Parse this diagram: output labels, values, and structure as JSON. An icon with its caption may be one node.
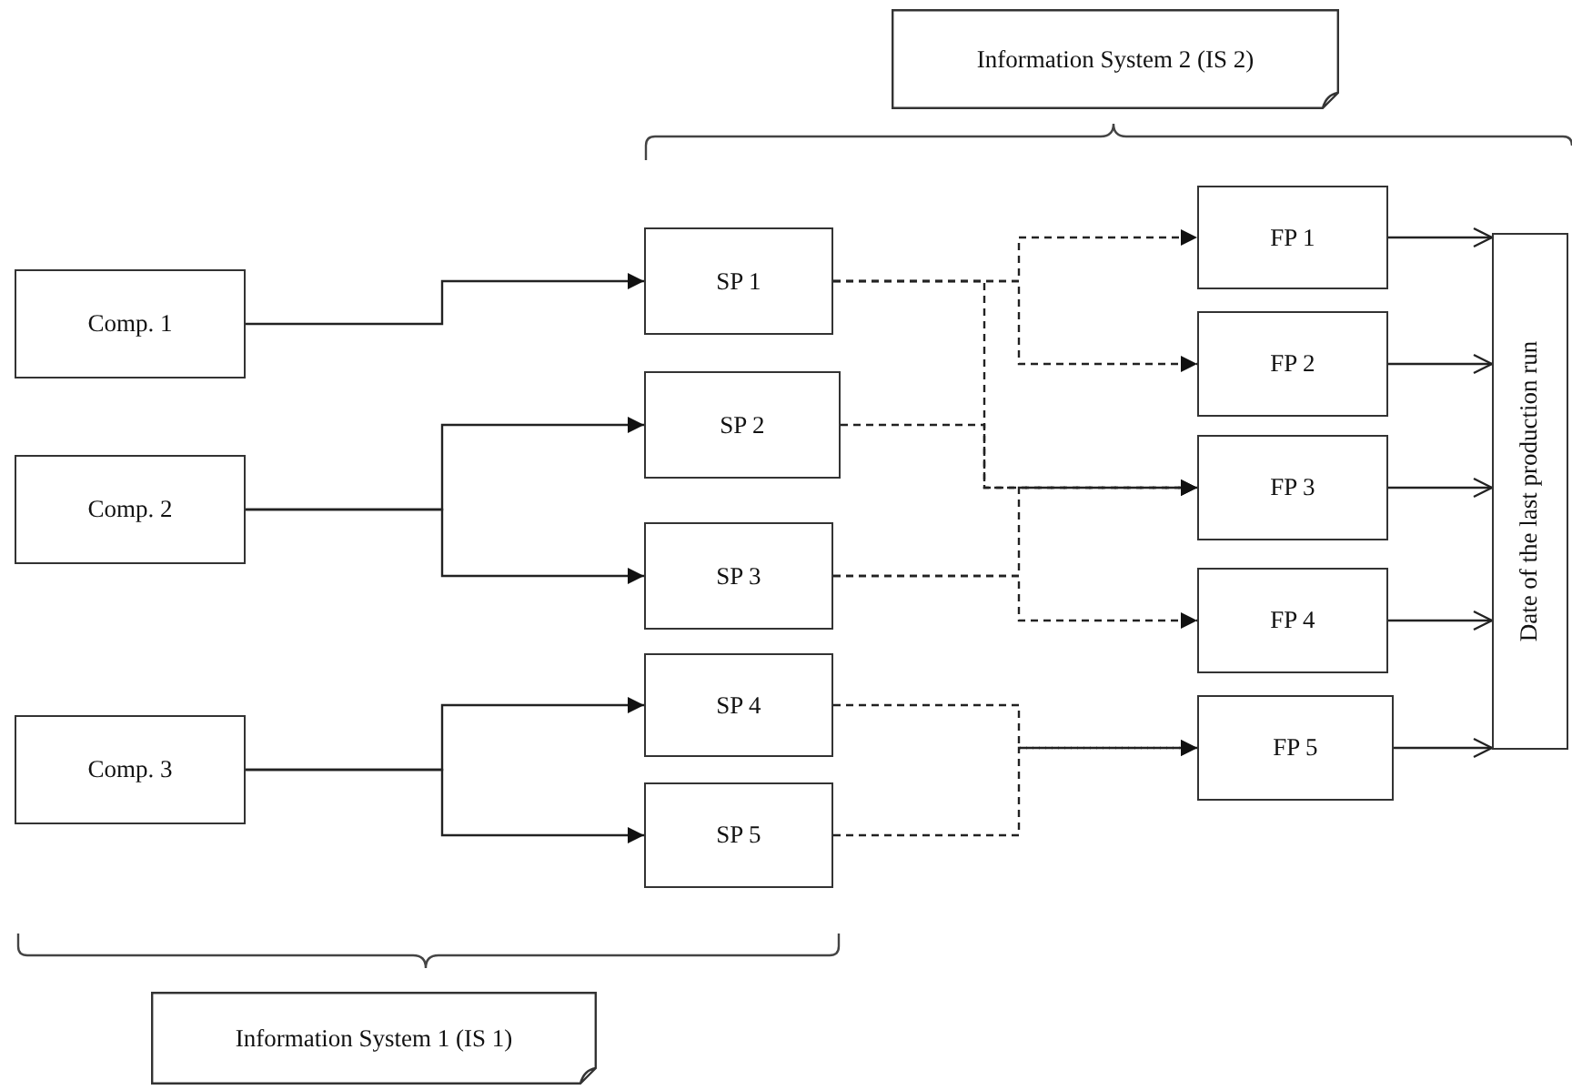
{
  "diagram": {
    "nodes": [
      {
        "text": [
          "Information System 2 (IS 2)"
        ]
      },
      {
        "text": [
          "Comp. 1"
        ]
      },
      {
        "text": [
          "Comp. 2"
        ]
      },
      {
        "text": [
          "Comp. 3"
        ]
      },
      {
        "text": [
          "SP 1"
        ]
      },
      {
        "text": [
          "SP 2"
        ]
      },
      {
        "text": [
          "SP 3"
        ]
      },
      {
        "text": [
          "SP 4"
        ]
      },
      {
        "text": [
          "SP 5"
        ]
      },
      {
        "text": [
          "FP 1"
        ]
      },
      {
        "text": [
          "FP 2"
        ]
      },
      {
        "text": [
          "FP 3"
        ]
      },
      {
        "text": [
          "FP 4"
        ]
      },
      {
        "text": [
          "FP  5"
        ]
      },
      {
        "text": [
          "Date of the last production run"
        ]
      },
      {
        "text": [
          "Information System 1 (IS 1)"
        ]
      }
    ],
    "edges": [
      {
        "from": 1,
        "to": 4,
        "arrow": "to"
      },
      {
        "from": 2,
        "to": 5,
        "arrow": "to"
      },
      {
        "from": 2,
        "to": 6,
        "arrow": "to"
      },
      {
        "from": 3,
        "to": 7,
        "arrow": "to"
      },
      {
        "from": 3,
        "to": 8,
        "arrow": "to"
      },
      {
        "from": 4,
        "to": 9,
        "arrow": "to",
        "style": "dashed"
      },
      {
        "from": 4,
        "to": 10,
        "arrow": "to",
        "style": "dashed"
      },
      {
        "from": 4,
        "to": 11,
        "arrow": "to",
        "style": "dashed"
      },
      {
        "from": 5,
        "to": 11,
        "arrow": "to",
        "style": "dashed"
      },
      {
        "from": 6,
        "to": 11,
        "arrow": "to",
        "style": "dashed"
      },
      {
        "from": 6,
        "to": 12,
        "arrow": "to",
        "style": "dashed"
      },
      {
        "from": 7,
        "to": 13,
        "arrow": "to",
        "style": "dashed"
      },
      {
        "from": 8,
        "to": 13,
        "arrow": "to",
        "style": "dashed"
      },
      {
        "from": 9,
        "to": 14,
        "arrow": "to"
      },
      {
        "from": 10,
        "to": 14,
        "arrow": "to"
      },
      {
        "from": 11,
        "to": 14,
        "arrow": "to"
      },
      {
        "from": 12,
        "to": 14,
        "arrow": "to"
      },
      {
        "from": 13,
        "to": 14,
        "arrow": "to"
      }
    ]
  }
}
